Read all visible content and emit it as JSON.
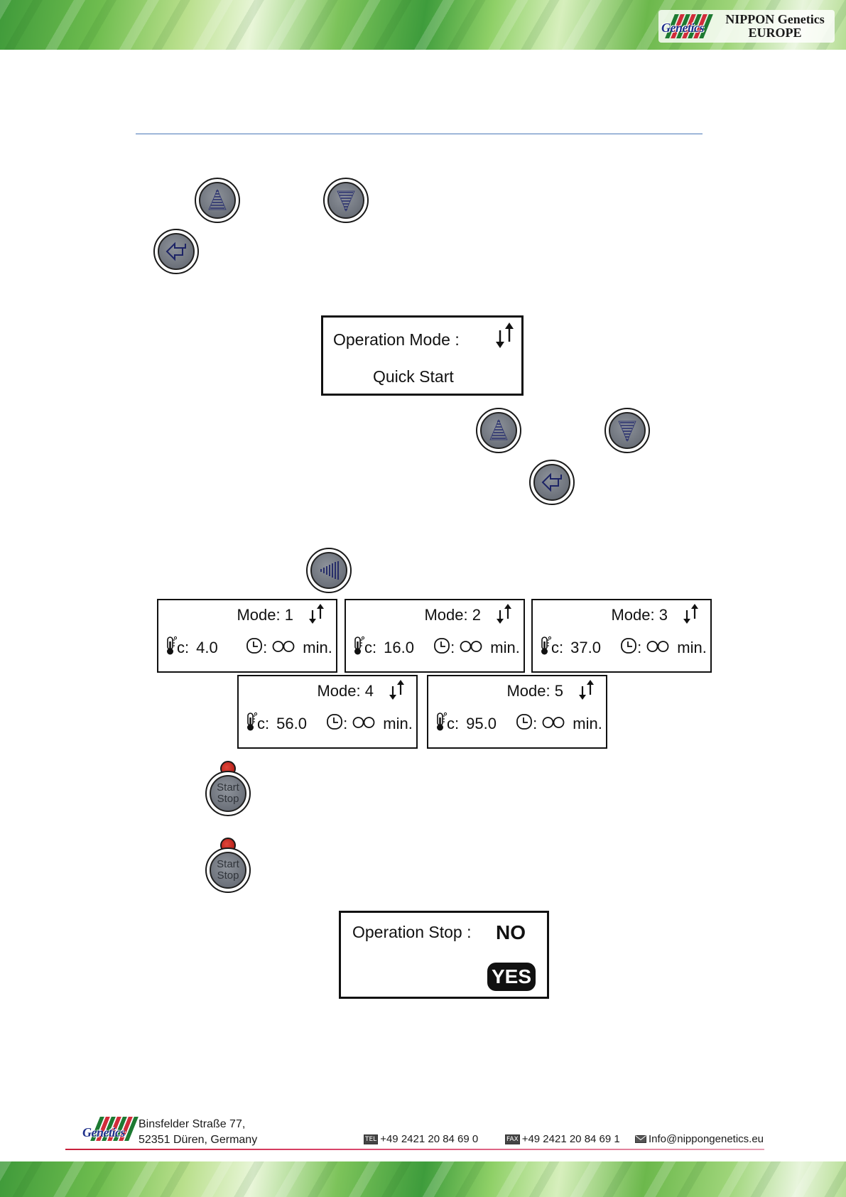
{
  "header": {
    "logo_text": "Genetics",
    "company_line1": "NIPPON  Genetics",
    "company_line2": "EUROPE",
    "logo_colors": [
      "#1d7a32",
      "#d12b3a",
      "#1d7a32",
      "#d12b3a",
      "#1d7a32",
      "#d12b3a",
      "#1d7a32"
    ]
  },
  "icons": {
    "up": "up-arrow-key-icon",
    "down": "down-arrow-key-icon",
    "enter": "enter-key-icon",
    "quick_mode": "quick-mode-key-icon",
    "start_stop": "start-stop-key-icon",
    "thermometer": "thermometer-icon",
    "clock": "clock-icon",
    "infinity": "infinity-icon",
    "scroll_arrows": "scroll-arrows-icon"
  },
  "operation_mode_screen": {
    "label": "Operation Mode :",
    "value": "Quick Start"
  },
  "mode_screens": [
    {
      "label": "Mode: ",
      "number": "1",
      "temp_unit": "c:",
      "temp": "4.0",
      "time_sep": ":",
      "time_unit": "min."
    },
    {
      "label": "Mode: ",
      "number": "2",
      "temp_unit": "c:",
      "temp": "16.0",
      "time_sep": ":",
      "time_unit": "min."
    },
    {
      "label": "Mode: ",
      "number": "3",
      "temp_unit": "c:",
      "temp": "37.0",
      "time_sep": ":",
      "time_unit": "min."
    },
    {
      "label": "Mode: ",
      "number": "4",
      "temp_unit": "c:",
      "temp": "56.0",
      "time_sep": ":",
      "time_unit": "min."
    },
    {
      "label": "Mode: ",
      "number": "5",
      "temp_unit": "c:",
      "temp": "95.0",
      "time_sep": ":",
      "time_unit": "min."
    }
  ],
  "start_stop_key": {
    "line1": "Start",
    "line2": "Stop"
  },
  "operation_stop_screen": {
    "label": "Operation Stop :",
    "option_no": "NO",
    "option_yes": "YES"
  },
  "footer": {
    "logo_text": "Genetics",
    "address_line1": "Binsfelder Straße 77,",
    "address_line2": "52351 Düren, Germany",
    "tel_label": "TEL",
    "tel": "+49 2421 20 84 69 0",
    "fax_label": "FAX",
    "fax": "+49 2421 20 84 69 1",
    "email": "Info@nippongenetics.eu"
  }
}
